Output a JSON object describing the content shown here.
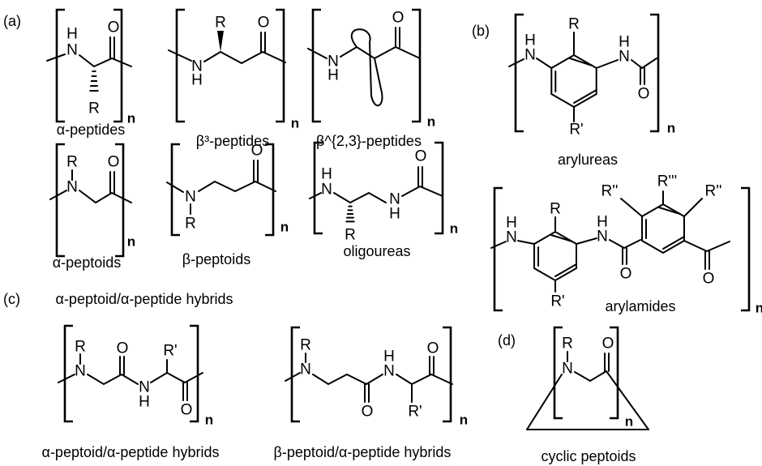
{
  "panels": {
    "a": "(a)",
    "b": "(b)",
    "c": "(c)",
    "d": "(d)"
  },
  "atoms": {
    "H": "H",
    "N": "N",
    "O": "O",
    "R": "R",
    "R1": "R'",
    "R2": "R''",
    "R3": "R'''",
    "n": "n"
  },
  "labels": {
    "alpha_peptides": "α-peptides",
    "beta3_peptides": "β³-peptides",
    "beta23_peptides": "β^{2,3}-peptides",
    "alpha_peptoids": "α-peptoids",
    "beta_peptoids": "β-peptoids",
    "oligoureas": "oligoureas",
    "arylureas": "arylureas",
    "arylamides": "arylamides",
    "section_c_title": "α-peptoid/α-peptide hybrids",
    "hybrid_alpha": "α-peptoid/α-peptide hybrids",
    "hybrid_beta": "β-peptoid/α-peptide hybrids",
    "cyclic_peptoids": "cyclic peptoids"
  }
}
